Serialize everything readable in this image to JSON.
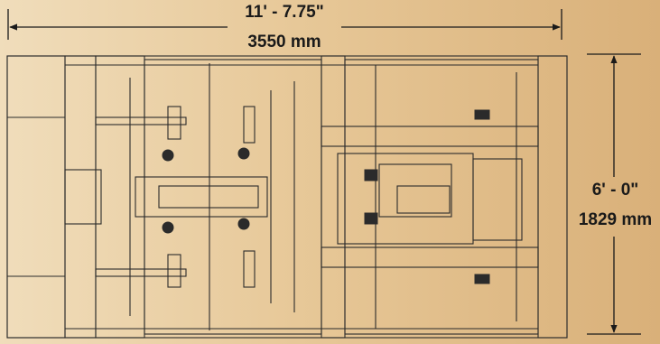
{
  "dimensions": {
    "length": {
      "imperial": "11' - 7.75\"",
      "metric": "3550 mm"
    },
    "width": {
      "imperial": "6' - 0\"",
      "metric": "1829 mm"
    }
  },
  "colors": {
    "line": "#2b2b2b",
    "background_start": "#f0ddbb",
    "background_end": "#d9b079"
  }
}
